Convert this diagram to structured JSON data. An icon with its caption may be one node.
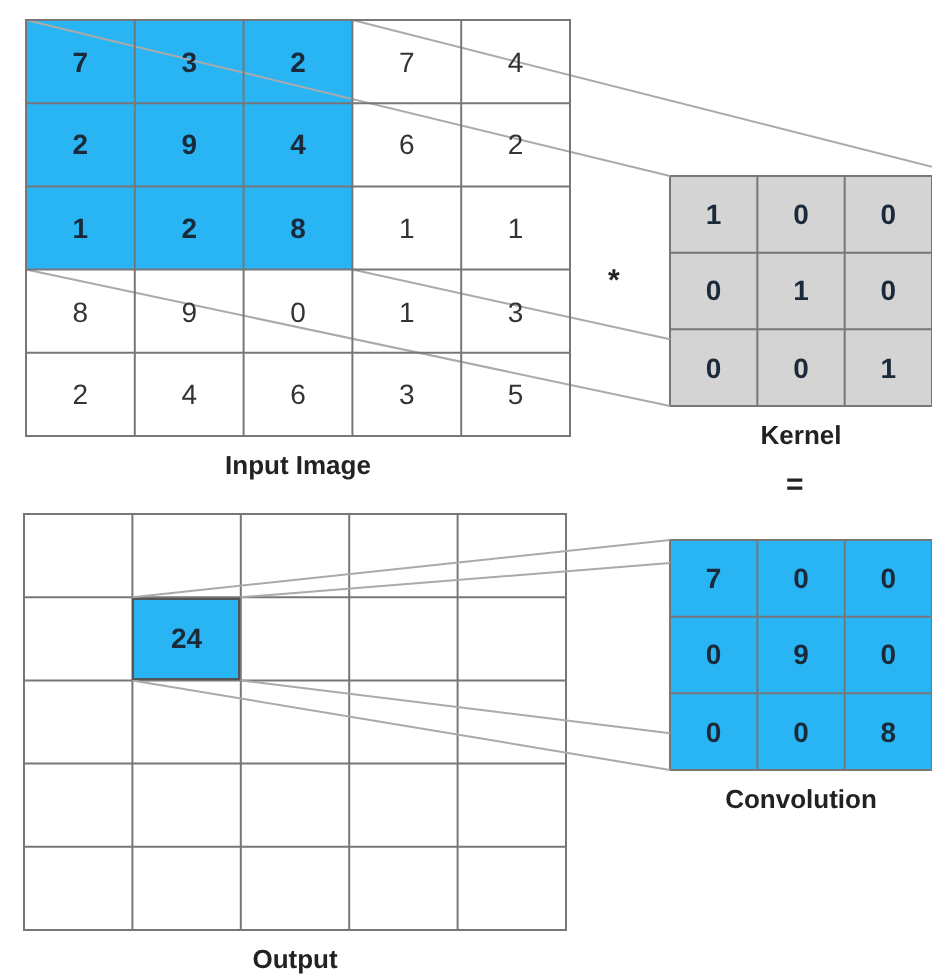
{
  "diagram": {
    "nodes": [
      {
        "text": [
          "Input Image"
        ]
      },
      {
        "text": [],
        "shape": "box",
        "in": 0
      },
      {
        "text": [
          "Kernel"
        ]
      },
      {
        "text": [
          "Convolution"
        ]
      },
      {
        "text": [
          "Output"
        ]
      },
      {
        "text": [
          "24"
        ],
        "in": 4
      }
    ],
    "edges": [
      {
        "from": 1,
        "to": 2,
        "arrow": "none"
      },
      {
        "from": 1,
        "to": 2,
        "arrow": "none"
      },
      {
        "from": 1,
        "to": 2,
        "arrow": "none"
      },
      {
        "from": 1,
        "to": 2,
        "arrow": "none"
      },
      {
        "from": 5,
        "to": 3,
        "arrow": "none"
      },
      {
        "from": 5,
        "to": 3,
        "arrow": "none"
      },
      {
        "from": 5,
        "to": 3,
        "arrow": "none"
      },
      {
        "from": 5,
        "to": 3,
        "arrow": "none"
      }
    ],
    "labels": [
      "7",
      "3",
      "2",
      "7",
      "4",
      "2",
      "9",
      "4",
      "6",
      "2",
      "1",
      "2",
      "8",
      "1",
      "1",
      "8",
      "9",
      "0",
      "1",
      "3",
      "2",
      "4",
      "6",
      "3",
      "5",
      "*",
      "1",
      "0",
      "0",
      "0",
      "1",
      "0",
      "0",
      "0",
      "1",
      "=",
      "7",
      "0",
      "0",
      "0",
      "9",
      "0",
      "0",
      "0",
      "8"
    ]
  }
}
